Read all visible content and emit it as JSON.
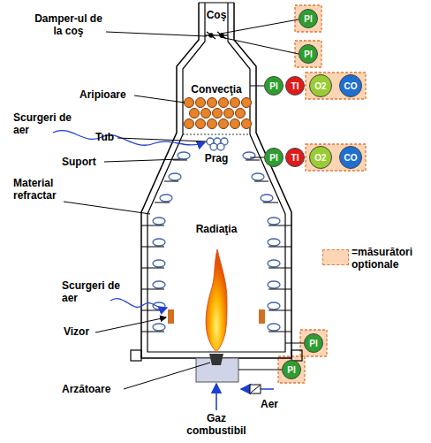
{
  "diagram": {
    "nodes": [
      {
        "text": [
          "PI"
        ]
      },
      {
        "text": [
          "PI"
        ]
      },
      {
        "text": [
          "PI"
        ]
      },
      {
        "text": [
          "TI"
        ]
      },
      {
        "text": [
          "O2"
        ]
      },
      {
        "text": [
          "CO"
        ]
      },
      {
        "text": [
          "PI"
        ]
      },
      {
        "text": [
          "TI"
        ]
      },
      {
        "text": [
          "O2"
        ]
      },
      {
        "text": [
          "CO"
        ]
      },
      {
        "text": [
          "PI"
        ]
      },
      {
        "text": [
          "PI"
        ]
      }
    ],
    "labels": [
      "Coş",
      "Damper-ul de la coş",
      "Aripioare",
      "Convecţia",
      "Scurgeri de aer",
      "Tub",
      "Prag",
      "Suport",
      "Material refractar",
      "Radiaţia",
      "Scurgeri de aer",
      "Vizor",
      "Arzătoare",
      "Aer",
      "Gaz combustibil"
    ],
    "legend": [
      {
        "text": "=măsurători optionale",
        "color": "#fcd5b5"
      }
    ]
  }
}
